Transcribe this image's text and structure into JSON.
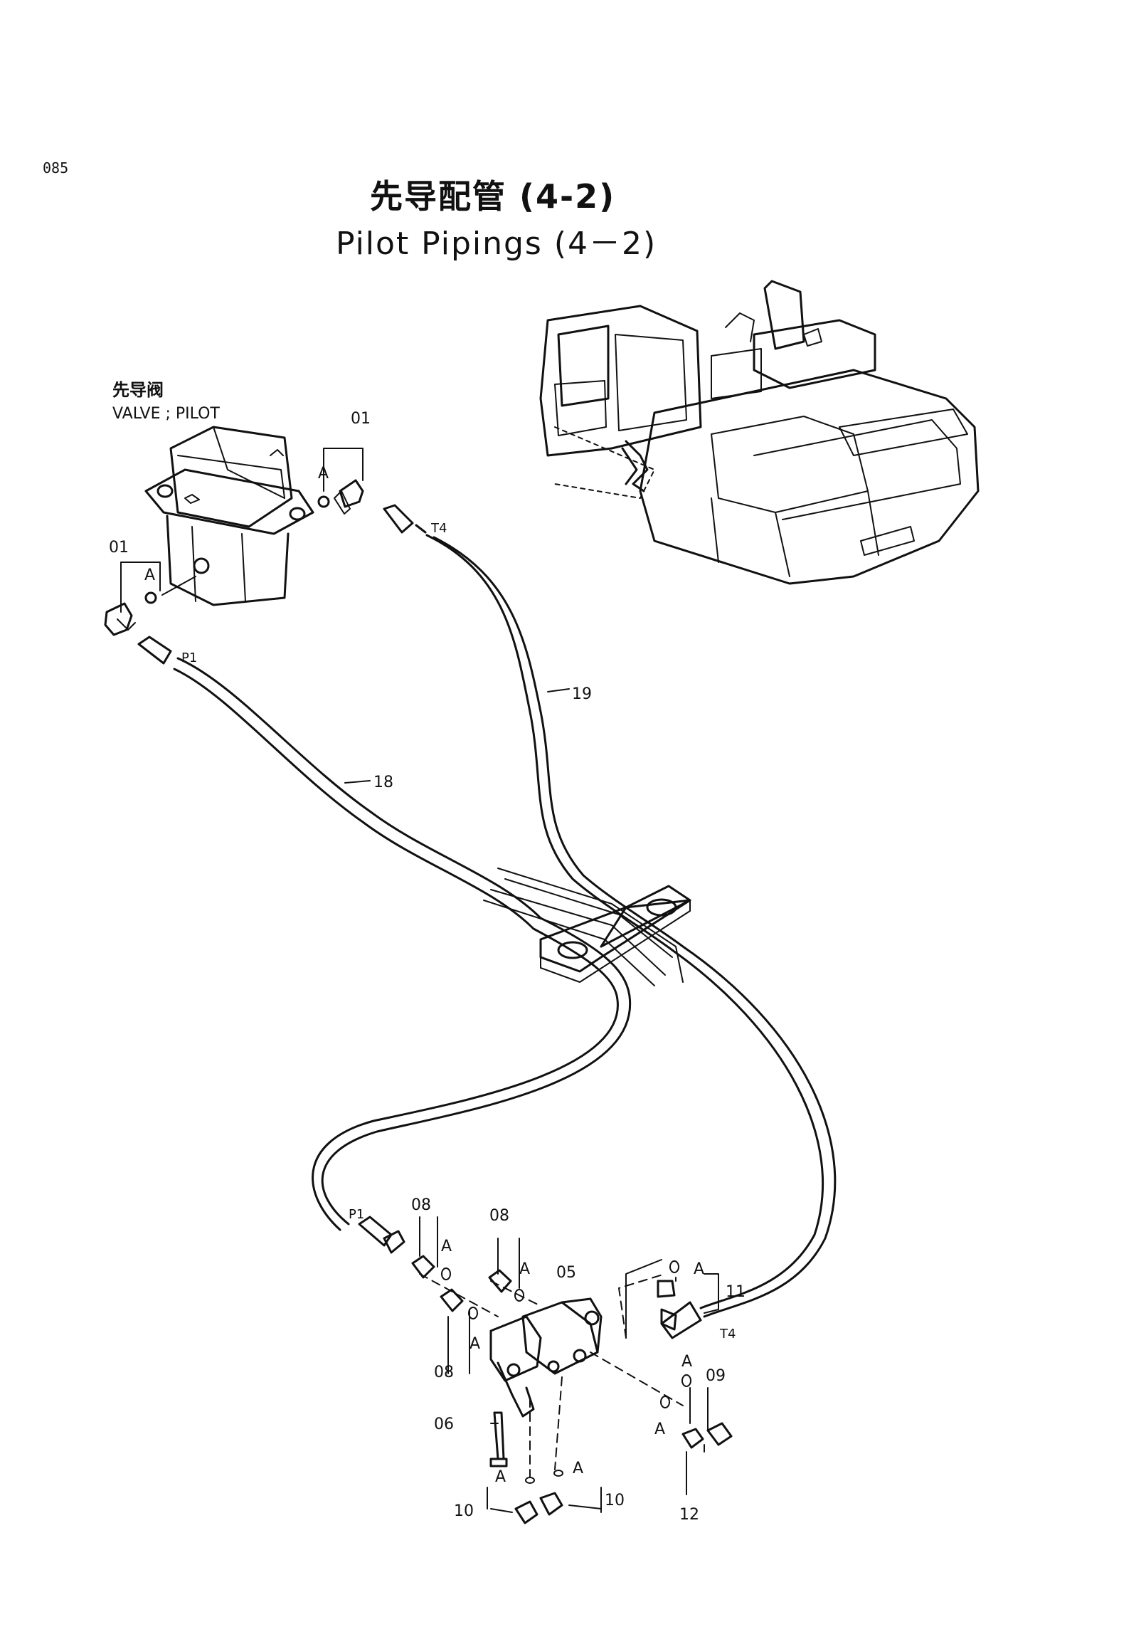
{
  "page_number": "085",
  "title_cn": "先导配管 (4-2)",
  "title_en": "Pilot Pipings (4－2)",
  "valve_label_cn": "先导阀",
  "valve_label_en": "VALVE ; PILOT",
  "callouts": {
    "c01a": "01",
    "c01b": "01",
    "c05": "05",
    "c06": "06",
    "c08a": "08",
    "c08b": "08",
    "c08c": "08",
    "c09": "09",
    "c10a": "10",
    "c10b": "10",
    "c11": "11",
    "c12": "12",
    "c18": "18",
    "c19": "19"
  },
  "port_labels": {
    "t4_top": "T4",
    "p1_top": "P1",
    "p1_bottom": "P1",
    "t4_bottom": "T4"
  },
  "seal_mark": "A"
}
